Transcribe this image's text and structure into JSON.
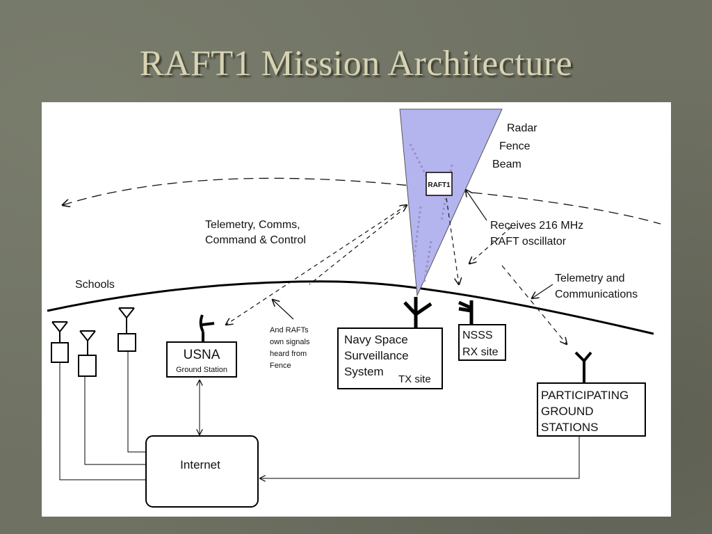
{
  "slide": {
    "title": "RAFT1 Mission Architecture"
  },
  "diagram": {
    "beam": {
      "label_lines": [
        "Radar",
        "Fence",
        "Beam"
      ],
      "fill": "#b4b4ef"
    },
    "satellite_label": "RAFT1",
    "labels": {
      "telemetry_comms": [
        "Telemetry, Comms,",
        "Command & Control"
      ],
      "receives": [
        "Receives 216 MHz",
        "RAFT oscillator"
      ],
      "telemetry_and": [
        "Telemetry and",
        "Communications"
      ],
      "schools": "Schools",
      "rafts_own": [
        "And RAFTs",
        "own signals",
        "heard from",
        "Fence"
      ]
    },
    "boxes": {
      "usna": {
        "title": "USNA",
        "subtitle": "Ground Station"
      },
      "navy": {
        "lines": [
          "Navy Space",
          "Surveillance",
          "System"
        ],
        "tag": "TX site"
      },
      "nsss": {
        "lines": [
          "NSSS",
          "RX site"
        ]
      },
      "participating": {
        "lines": [
          "PARTICIPATING",
          "GROUND",
          "STATIONS"
        ]
      },
      "internet": "Internet"
    }
  }
}
